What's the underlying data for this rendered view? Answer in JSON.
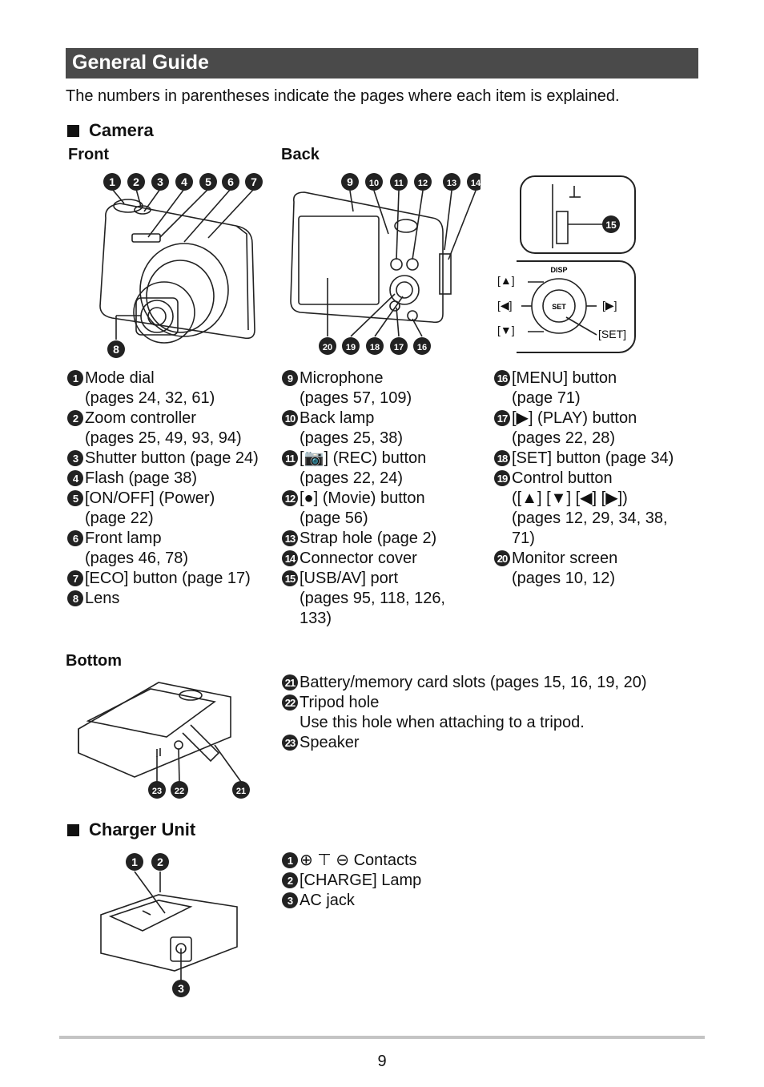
{
  "title": "General Guide",
  "intro": "The numbers in parentheses indicate the pages where each item is explained.",
  "camera": {
    "heading": "Camera",
    "front_label": "Front",
    "back_label": "Back",
    "bottom_label": "Bottom",
    "front_callouts": [
      "1",
      "2",
      "3",
      "4",
      "5",
      "6",
      "7",
      "8"
    ],
    "back_callouts_top": [
      "9",
      "10",
      "11",
      "12",
      "13",
      "14"
    ],
    "back_callouts_bottom": [
      "20",
      "19",
      "18",
      "17",
      "16"
    ],
    "inset_callout": "15",
    "control_labels": {
      "disp": "DISP",
      "up": "[▲]",
      "left": "[◀]",
      "down": "[▼]",
      "right": "[▶]",
      "set_center": "SET",
      "set_label": "[SET]"
    },
    "legend_col1": [
      {
        "num": "1",
        "text": "Mode dial\n(pages 24, 32, 61)"
      },
      {
        "num": "2",
        "text": "Zoom controller\n(pages 25, 49, 93, 94)"
      },
      {
        "num": "3",
        "text": "Shutter button (page 24)"
      },
      {
        "num": "4",
        "text": "Flash (page 38)"
      },
      {
        "num": "5",
        "text": "[ON/OFF] (Power)\n(page 22)"
      },
      {
        "num": "6",
        "text": "Front lamp\n(pages 46, 78)"
      },
      {
        "num": "7",
        "text": "[ECO] button (page 17)"
      },
      {
        "num": "8",
        "text": "Lens"
      }
    ],
    "legend_col2": [
      {
        "num": "9",
        "text": "Microphone\n(pages 57, 109)"
      },
      {
        "num": "10",
        "text": "Back lamp\n(pages 25, 38)"
      },
      {
        "num": "11",
        "text": "[📷] (REC) button\n(pages 22, 24)"
      },
      {
        "num": "12",
        "text": "[●] (Movie) button\n(page 56)"
      },
      {
        "num": "13",
        "text": "Strap hole (page 2)"
      },
      {
        "num": "14",
        "text": "Connector cover"
      },
      {
        "num": "15",
        "text": "[USB/AV] port\n(pages 95, 118, 126,\n133)"
      }
    ],
    "legend_col3": [
      {
        "num": "16",
        "text": "[MENU] button\n(page 71)"
      },
      {
        "num": "17",
        "text": "[▶] (PLAY) button\n(pages 22, 28)"
      },
      {
        "num": "18",
        "text": "[SET] button (page 34)"
      },
      {
        "num": "19",
        "text": "Control button\n([▲] [▼] [◀] [▶])\n(pages 12, 29, 34, 38,\n71)"
      },
      {
        "num": "20",
        "text": "Monitor screen\n(pages 10, 12)"
      }
    ],
    "bottom_callouts": [
      "23",
      "22",
      "21"
    ],
    "legend_bottom": [
      {
        "num": "21",
        "text": "Battery/memory card slots (pages 15, 16, 19, 20)"
      },
      {
        "num": "22",
        "text": "Tripod hole\nUse this hole when attaching to a tripod."
      },
      {
        "num": "23",
        "text": "Speaker"
      }
    ]
  },
  "charger": {
    "heading": "Charger Unit",
    "callouts": [
      "1",
      "2",
      "3"
    ],
    "legend": [
      {
        "num": "1",
        "text": "⊕ ⊤ ⊖ Contacts"
      },
      {
        "num": "2",
        "text": "[CHARGE] Lamp"
      },
      {
        "num": "3",
        "text": "AC jack"
      }
    ]
  },
  "page_number": "9"
}
